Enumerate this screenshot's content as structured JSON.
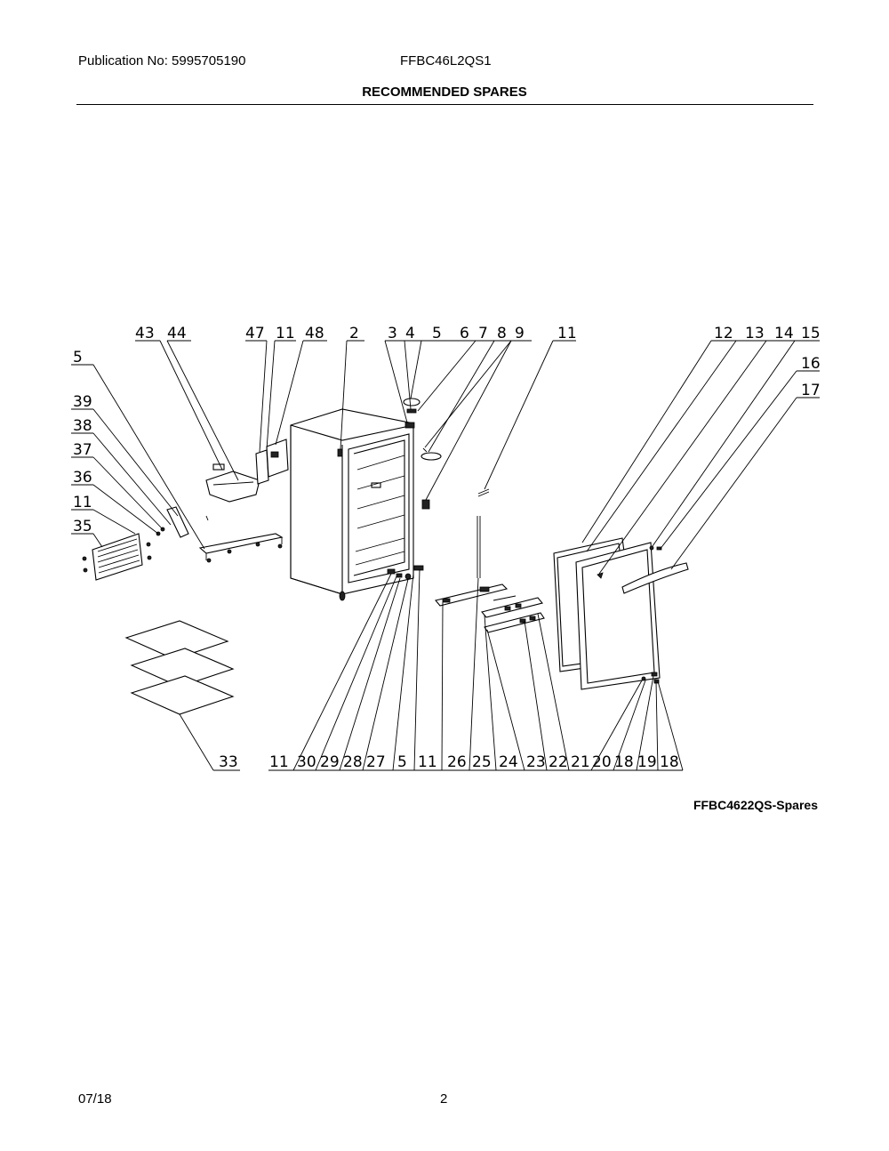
{
  "header": {
    "publication": "Publication No:  5995705190",
    "model": "FFBC46L2QS1",
    "title": "RECOMMENDED SPARES"
  },
  "diagram": {
    "figure_label": "FFBC4622QS-Spares",
    "callouts": [
      "43",
      "44",
      "47",
      "11",
      "48",
      "2",
      "3",
      "4",
      "5",
      "6",
      "7",
      "8",
      "9",
      "11",
      "12",
      "13",
      "14",
      "15",
      "16",
      "17",
      "5",
      "39",
      "38",
      "37",
      "36",
      "11",
      "35",
      "33",
      "11",
      "30",
      "29",
      "28",
      "27",
      "5",
      "11",
      "26",
      "25",
      "24",
      "23",
      "22",
      "21",
      "20",
      "18",
      "19",
      "18"
    ]
  },
  "footer": {
    "date": "07/18",
    "page": "2"
  }
}
